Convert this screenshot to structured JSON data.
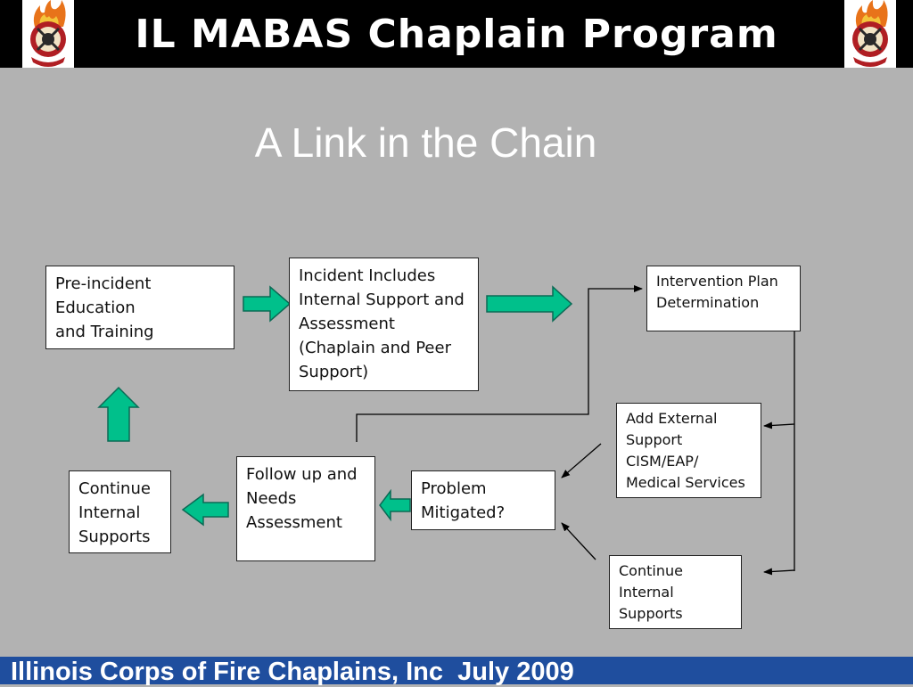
{
  "header": {
    "title": "IL MABAS Chaplain Program",
    "logo_icon": "fire-chaplain-emblem-icon"
  },
  "slide": {
    "title": "A Link in the Chain"
  },
  "boxes": {
    "pre_incident": "Pre-incident\nEducation\nand Training",
    "incident_includes": "Incident Includes\nInternal Support and\nAssessment\n(Chaplain and Peer\nSupport)",
    "intervention_plan": "Intervention Plan\nDetermination",
    "add_external": "Add External\nSupport\nCISM/EAP/\nMedical Services",
    "problem_mitigated": "Problem\nMitigated?",
    "follow_up": "Follow up and\nNeeds\nAssessment",
    "continue_internal_left": "Continue\nInternal\nSupports",
    "continue_internal_right": "Continue\nInternal\nSupports"
  },
  "colors": {
    "background": "#b2b2b2",
    "header_background": "#000000",
    "footer_background": "#1f4e9e",
    "block_arrow_fill": "#00c08b"
  },
  "footer": {
    "text": "Illinois Corps of Fire Chaplains, Inc  July 2009"
  }
}
